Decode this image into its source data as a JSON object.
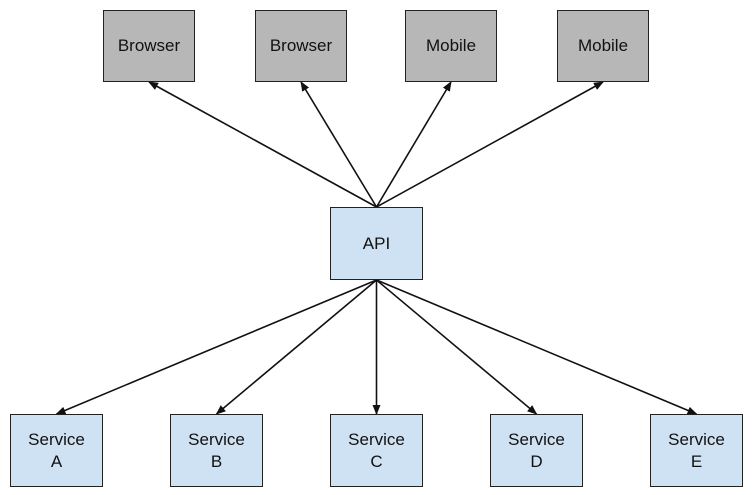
{
  "colors": {
    "client_fill": "#b7b7b7",
    "server_fill": "#cfe2f3",
    "stroke": "#222222"
  },
  "clients": [
    {
      "label": "Browser"
    },
    {
      "label": "Browser"
    },
    {
      "label": "Mobile"
    },
    {
      "label": "Mobile"
    }
  ],
  "api": {
    "label": "API"
  },
  "services": [
    {
      "label": "Service\nA"
    },
    {
      "label": "Service\nB"
    },
    {
      "label": "Service\nC"
    },
    {
      "label": "Service\nD"
    },
    {
      "label": "Service\nE"
    }
  ],
  "edges": [
    {
      "from": "api",
      "to": "client-1"
    },
    {
      "from": "api",
      "to": "client-2"
    },
    {
      "from": "api",
      "to": "client-3"
    },
    {
      "from": "api",
      "to": "client-4"
    },
    {
      "from": "api",
      "to": "service-a"
    },
    {
      "from": "api",
      "to": "service-b"
    },
    {
      "from": "api",
      "to": "service-c"
    },
    {
      "from": "api",
      "to": "service-d"
    },
    {
      "from": "api",
      "to": "service-e"
    }
  ]
}
